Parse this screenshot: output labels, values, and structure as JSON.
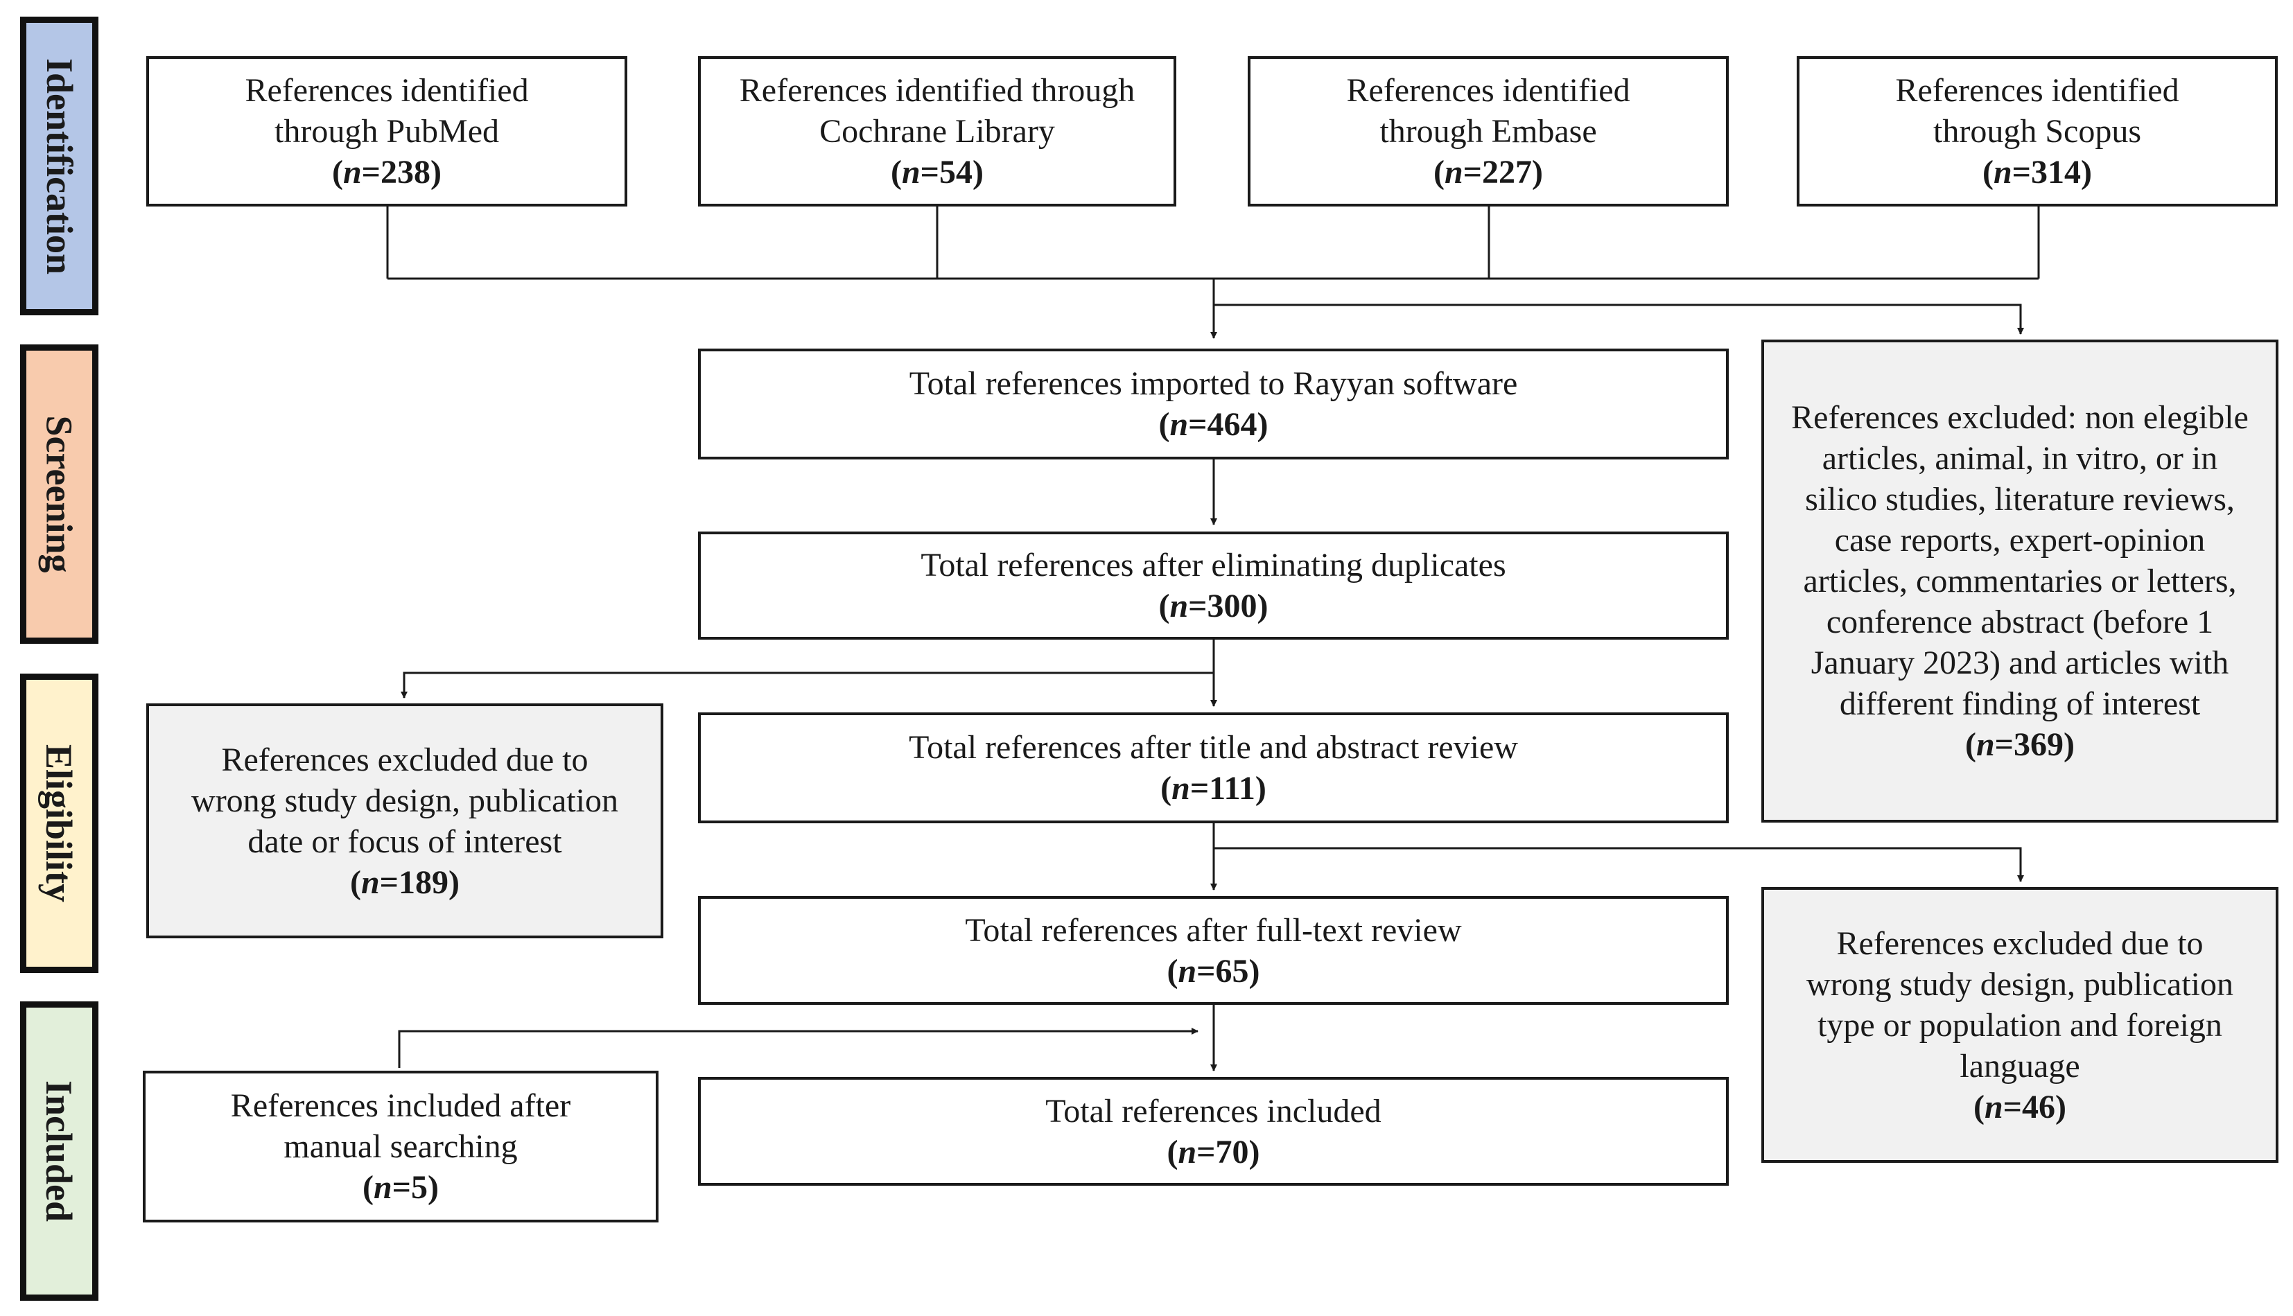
{
  "stages": [
    {
      "id": "identification",
      "label": "Identification",
      "color": "#b4c6e7"
    },
    {
      "id": "screening",
      "label": "Screening",
      "color": "#f8cbad"
    },
    {
      "id": "eligibility",
      "label": "Eligibility",
      "color": "#fff2cc"
    },
    {
      "id": "included",
      "label": "Included",
      "color": "#e2efda"
    }
  ],
  "boxes": {
    "pubmed": {
      "text": "References identified through PubMed",
      "n_prefix": "(",
      "n_label": "n",
      "n_value": "=238)"
    },
    "cochrane": {
      "text": "References identified through Cochrane Library",
      "n_prefix": "(",
      "n_label": "n",
      "n_value": "=54)"
    },
    "embase": {
      "text": "References identified through Embase",
      "n_prefix": "(",
      "n_label": "n",
      "n_value": "=227)"
    },
    "scopus": {
      "text": "References identified through Scopus",
      "n_prefix": "(",
      "n_label": "n",
      "n_value": "=314)"
    },
    "rayyan": {
      "text": "Total references imported to Rayyan software",
      "n_prefix": "(",
      "n_label": "n",
      "n_value": "=464)"
    },
    "dedup": {
      "text": "Total references after eliminating duplicates",
      "n_prefix": "(",
      "n_label": "n",
      "n_value": "=300)"
    },
    "title_abstract": {
      "text": "Total references after title and abstract review",
      "n_prefix": "(",
      "n_label": "n",
      "n_value": "=111)"
    },
    "full_text": {
      "text": "Total references after full-text review",
      "n_prefix": "(",
      "n_label": "n",
      "n_value": "=65)"
    },
    "included": {
      "text": "Total references included",
      "n_prefix": "(",
      "n_label": "n",
      "n_value": "=70)"
    },
    "excluded_screening": {
      "text": "References excluded: non elegible articles, animal, in vitro, or in silico studies, literature reviews, case reports, expert-opinion articles, commentaries or letters, conference abstract (before 1 January 2023) and articles with different finding of interest",
      "n_prefix": "(",
      "n_label": "n",
      "n_value": "=369)"
    },
    "excluded_title_abstract": {
      "text": "References excluded due to wrong study design, publication date or focus of interest",
      "n_prefix": "(",
      "n_label": "n",
      "n_value": "=189)"
    },
    "excluded_full_text": {
      "text": "References excluded due to wrong study design, publication type or population and foreign language",
      "n_prefix": "(",
      "n_label": "n",
      "n_value": "=46)"
    },
    "manual_search": {
      "text": "References included after manual searching",
      "n_prefix": "(",
      "n_label": "n",
      "n_value": "=5)"
    }
  },
  "colors": {
    "line": "#1a1a1a",
    "box_fill": "#ffffff",
    "excluded_fill": "#f1f1f1",
    "stage_border": "#111111"
  }
}
